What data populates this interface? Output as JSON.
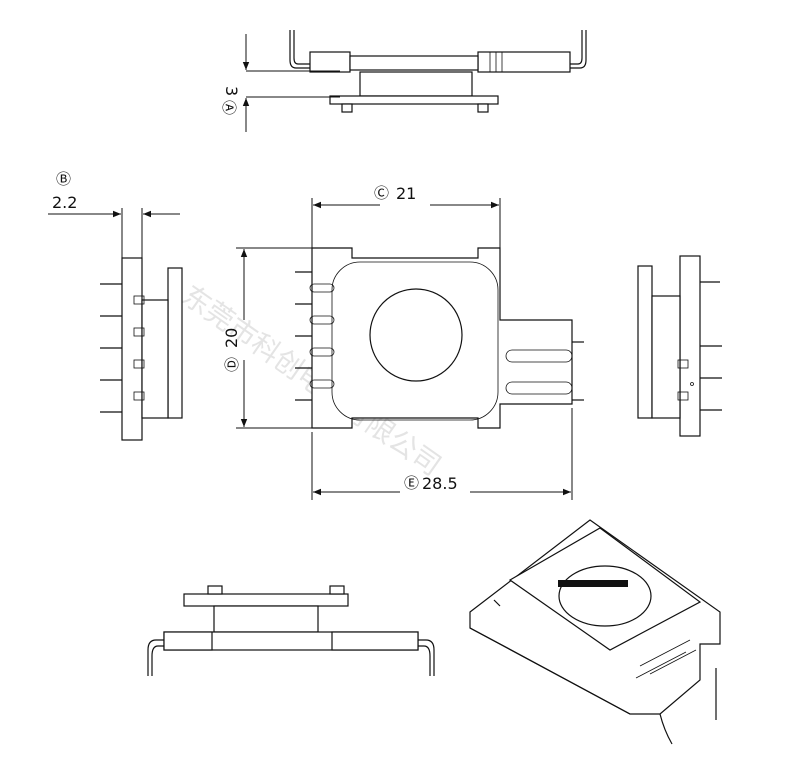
{
  "dimensions": {
    "a": {
      "marker": "Ⓐ",
      "value": "3"
    },
    "b": {
      "marker": "Ⓑ",
      "value": "2.2"
    },
    "c": {
      "marker": "Ⓒ",
      "value": "21"
    },
    "d": {
      "marker": "Ⓓ",
      "value": "20"
    },
    "e": {
      "marker": "Ⓔ",
      "value": "28.5"
    }
  },
  "watermark": "东莞市科创电子有限公司",
  "colors": {
    "line": "#111111",
    "background": "#ffffff",
    "watermark": "#cfcfcf"
  }
}
